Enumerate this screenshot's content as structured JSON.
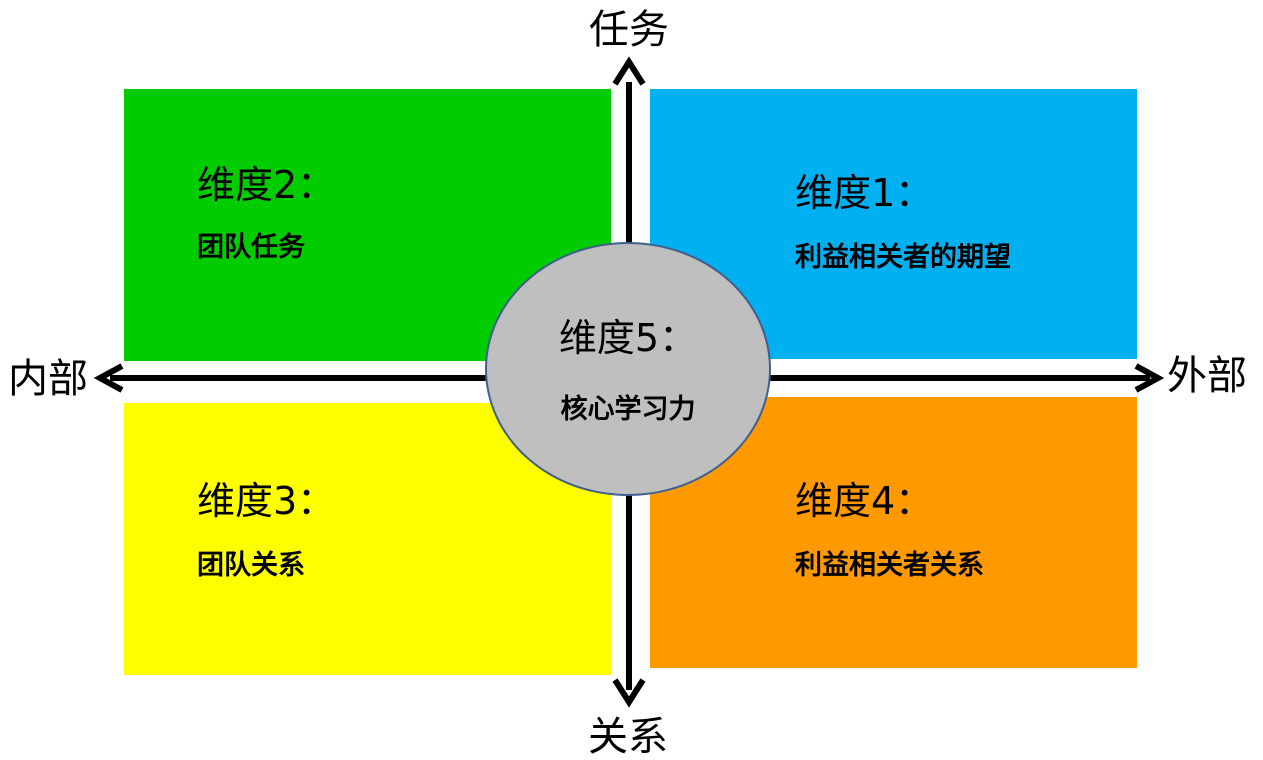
{
  "axes": {
    "top": "任务",
    "bottom": "关系",
    "left": "内部",
    "right": "外部"
  },
  "quadrants": {
    "q1": {
      "title": "维度1：",
      "subtitle": "利益相关者的期望",
      "color": "#00b0f0"
    },
    "q2": {
      "title": "维度2：",
      "subtitle": "团队任务",
      "color": "#00cc00"
    },
    "q3": {
      "title": "维度3：",
      "subtitle": "团队关系",
      "color": "#ffff00"
    },
    "q4": {
      "title": "维度4：",
      "subtitle": "利益相关者关系",
      "color": "#ff9900"
    }
  },
  "center": {
    "title": "维度5：",
    "subtitle": "核心学习力",
    "color": "#bfbfbf",
    "border_color": "#3f5f8f"
  }
}
